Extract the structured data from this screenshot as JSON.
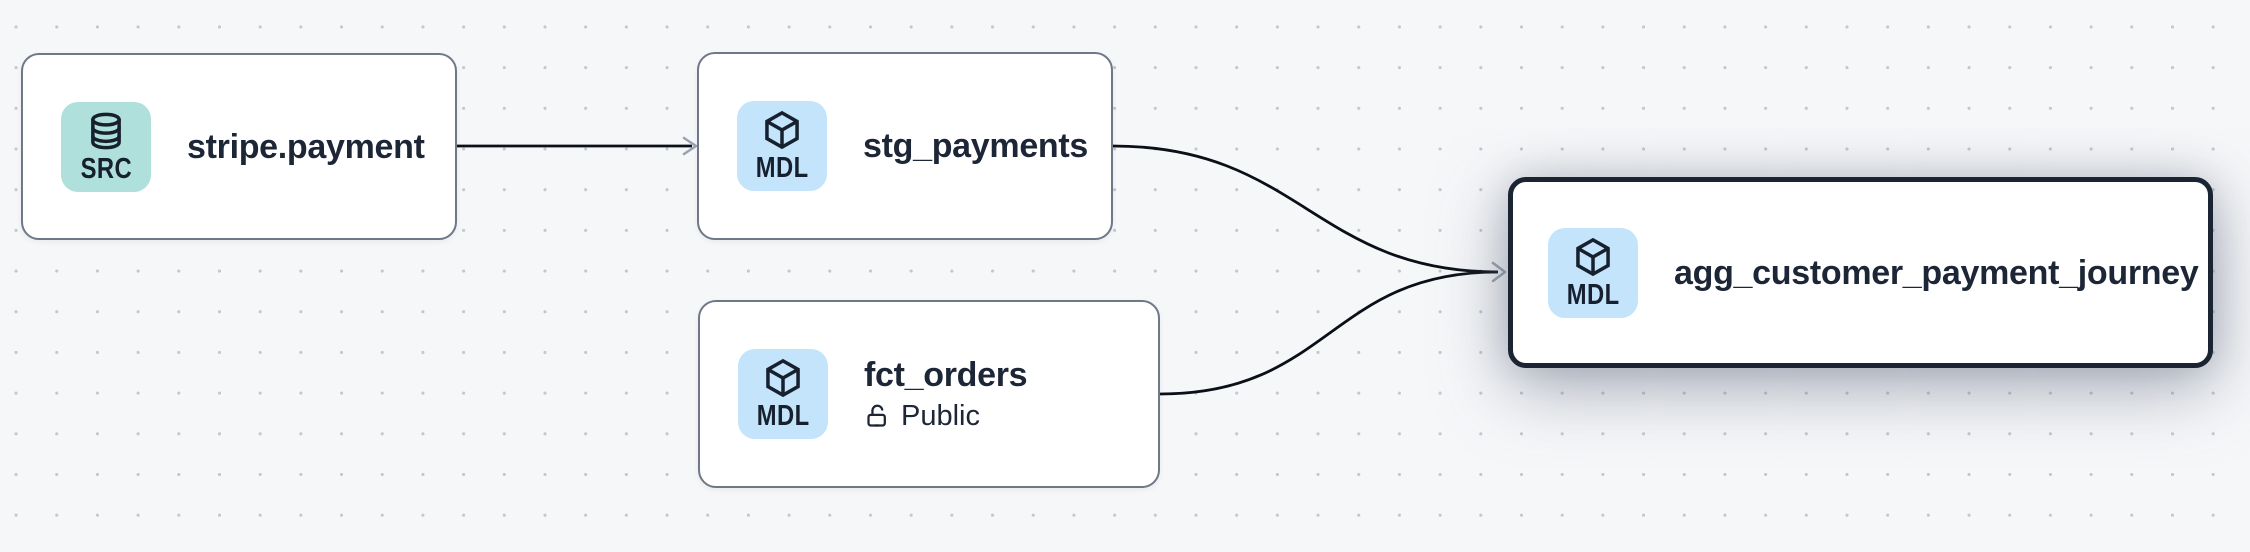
{
  "diagram": {
    "type": "lineage-graph",
    "background_color": "#f6f7f9",
    "dot_color": "#c3c7cf"
  },
  "nodes": [
    {
      "id": "stripe.payment",
      "title": "stripe.payment",
      "badge": {
        "label": "SRC",
        "icon": "database-icon",
        "color": "#b0e0dc"
      },
      "selected": false
    },
    {
      "id": "stg_payments",
      "title": "stg_payments",
      "badge": {
        "label": "MDL",
        "icon": "cube-icon",
        "color": "#c3e4fa"
      },
      "selected": false
    },
    {
      "id": "fct_orders",
      "title": "fct_orders",
      "badge": {
        "label": "MDL",
        "icon": "cube-icon",
        "color": "#c3e4fa"
      },
      "access": {
        "label": "Public",
        "icon": "unlock-icon"
      },
      "selected": false
    },
    {
      "id": "agg_customer_payment_journey",
      "title": "agg_customer_payment_journey",
      "badge": {
        "label": "MDL",
        "icon": "cube-icon",
        "color": "#c3e4fa"
      },
      "selected": true
    }
  ],
  "edges": [
    {
      "source": "stripe.payment",
      "target": "stg_payments"
    },
    {
      "source": "stg_payments",
      "target": "agg_customer_payment_journey"
    },
    {
      "source": "fct_orders",
      "target": "agg_customer_payment_journey"
    }
  ],
  "colors": {
    "edge": "#0b1018",
    "arrowhead": "#98a2b0",
    "node_border": "#6f7888",
    "selected_border": "#1b2433",
    "text": "#1c2636"
  }
}
